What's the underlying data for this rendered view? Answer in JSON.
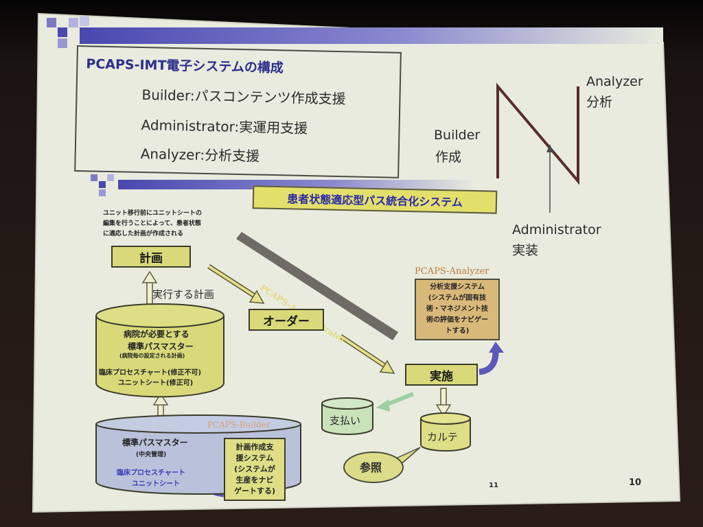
{
  "title_box": {
    "heading": "PCAPS-IMT電子システムの構成",
    "lines": [
      {
        "name": "Builder",
        "sep": ":",
        "desc": "パスコンテンツ作成支援"
      },
      {
        "name": "Administrator",
        "sep": ":",
        "desc": "実運用支援"
      },
      {
        "name": "Analyzer",
        "sep": ":",
        "desc": "分析支援"
      }
    ]
  },
  "n_diagram": {
    "analyzer_en": "Analyzer",
    "analyzer_ja": "分析",
    "builder_en": "Builder",
    "builder_ja": "作成",
    "admin_en": "Administrator",
    "admin_ja": "実装"
  },
  "section": {
    "banner": "患者状態適応型パス統合化システム"
  },
  "note": "ユニット移行前にユニットシートの\n編集を行うことによって、患者状態\nに適応した計画が作成される",
  "nodes": {
    "plan": "計画",
    "exec_plan": "実行する計画",
    "order": "オーダー",
    "admin_band": "PCAPS-Administrator",
    "implement": "実施",
    "analyzer_label": "PCAPS-Analyzer",
    "analyzer_box": "分析支援システム\n(システムが固有技\n術・マネジメント技\n術の評価をナビゲー\nトする)",
    "hospital_db": {
      "l1": "病院が必要とする",
      "l2": "標準パスマスター",
      "l3": "(病院毎の設定される計画)",
      "l4": "臨床プロセスチャート(修正不可)",
      "l5": "ユニットシート(修正可)"
    },
    "builder_label": "PCAPS-Builder",
    "master_db": {
      "l1": "標準パスマスター",
      "l2": "(中央管理)",
      "l3": "臨床プロセスチャート",
      "l4": "ユニットシート"
    },
    "builder_box": "計画作成支\n援システム\n(システムが\n生産をナビ\nゲートする)",
    "payment": "支払い",
    "chart": "カルテ",
    "reference": "参照"
  },
  "page_numbers": {
    "inner": "11",
    "outer": "10"
  },
  "colors": {
    "slide_bg": "#e9ecdf",
    "box_fill": "#d9d97a",
    "banner_fill": "#e3df6b",
    "banner_text": "#2a2aa8",
    "analyzer_fill": "#d9b97a",
    "analyzer_text": "#c07a3a",
    "master_fill": "#b9c2da",
    "payment_fill": "#c9e2b9",
    "admin_band": "#6e6a66",
    "admin_text": "#e3db7a",
    "accent_purple": "#5a58b8",
    "link_blue": "#3a3ab8"
  }
}
